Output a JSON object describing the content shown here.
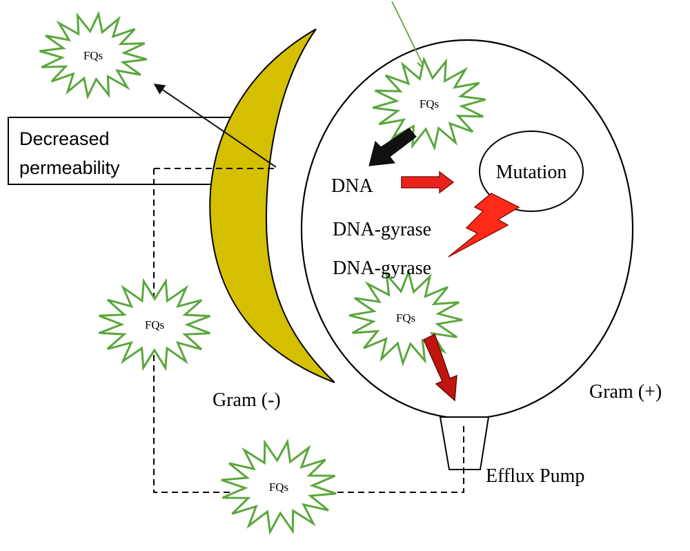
{
  "colors": {
    "star_stroke": "#5aa63c",
    "cell_wall_fill": "#d4c000",
    "arrow_red": "#e8231c",
    "arrow_dark_red": "#c0150e",
    "arrow_black": "#111111",
    "bolt_red": "#ff2a1a",
    "line_green": "#5aa63c"
  },
  "labels": {
    "fq_star_top_left": "FQs",
    "fq_star_inside_top": "FQs",
    "fq_star_left_middle": "FQs",
    "fq_star_inside_bottom": "FQs",
    "fq_star_bottom": "FQs",
    "decreased_permeability_line1": "Decreased",
    "decreased_permeability_line2": "permeability",
    "dna": "DNA",
    "mutation": "Mutation",
    "dna_gyrase_1": "DNA-gyrase",
    "dna_gyrase_2": "DNA-gyrase",
    "gram_negative": "Gram (-)",
    "gram_positive": "Gram (+)",
    "efflux_pump": "Efflux Pump"
  }
}
